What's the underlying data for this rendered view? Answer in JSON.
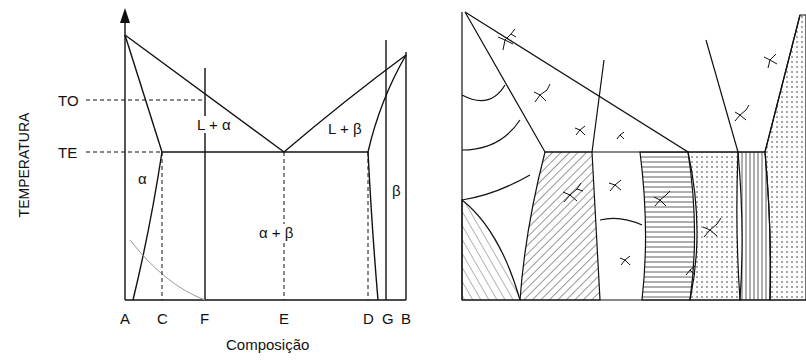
{
  "diagram": {
    "labels": [
      "TEMPERATURA",
      "TO",
      "TE",
      "L + α",
      "α",
      "α + β",
      "L + β",
      "β",
      "A",
      "C",
      "F",
      "E",
      "D",
      "G",
      "B",
      "Composição"
    ]
  }
}
